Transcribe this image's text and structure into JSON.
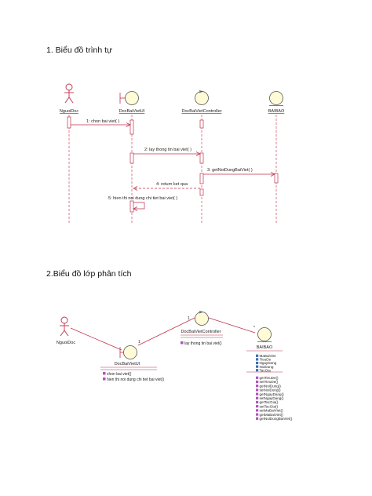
{
  "headings": {
    "sequence": "1. Biểu đồ trình tự",
    "class": "2.Biểu đồ lớp phân tích"
  },
  "sequence_diagram": {
    "participants": [
      {
        "name": "NguoiDoc",
        "kind": "actor"
      },
      {
        "name": "DocBaiVietUI",
        "kind": "boundary"
      },
      {
        "name": "DocBaiVietController",
        "kind": "control"
      },
      {
        "name": "BAIBAO",
        "kind": "entity"
      }
    ],
    "messages": [
      "1: chon bai viet( )",
      "2: lay thong tin bai viet( )",
      "3: getNoiDungBaiViet( )",
      "4: return ket qua",
      "5: hien thi noi dung chi tiet bai viet( )"
    ]
  },
  "class_diagram": {
    "actor": "NguoiDoc",
    "ui_class": {
      "name": "DocBaiVietUI",
      "operations": [
        "chon bai viet()",
        "hien thi noi dung chi tiet bai viet()"
      ]
    },
    "controller_class": {
      "name": "DocBaiVietController",
      "operations": [
        "lay thong tin bai viet()"
      ]
    },
    "entity_class": {
      "name": "BAIBAO",
      "attributes": [
        "MaBaiViet",
        "TieuDe",
        "NgayDang",
        "NoiDung",
        "TacGia"
      ],
      "operations": [
        "getTieuDe()",
        "setTieuDe()",
        "getNoiDung()",
        "setNoiDung()",
        "getNgayDang()",
        "setNgayDang()",
        "getTacGia()",
        "setTacGia()",
        "setMaBaiViet()",
        "getMaBaiViet()",
        "getNoiDungBaiViet()"
      ]
    },
    "multiplicity": {
      "ui_end": "1",
      "controller_end": "1",
      "entity_end": "*"
    }
  },
  "colors": {
    "line": "#c0304a",
    "class_fill": "#fffbd6",
    "class_stroke": "#555555",
    "op_icon": "#b054b8",
    "attr_icon": "#3a6fb0"
  }
}
